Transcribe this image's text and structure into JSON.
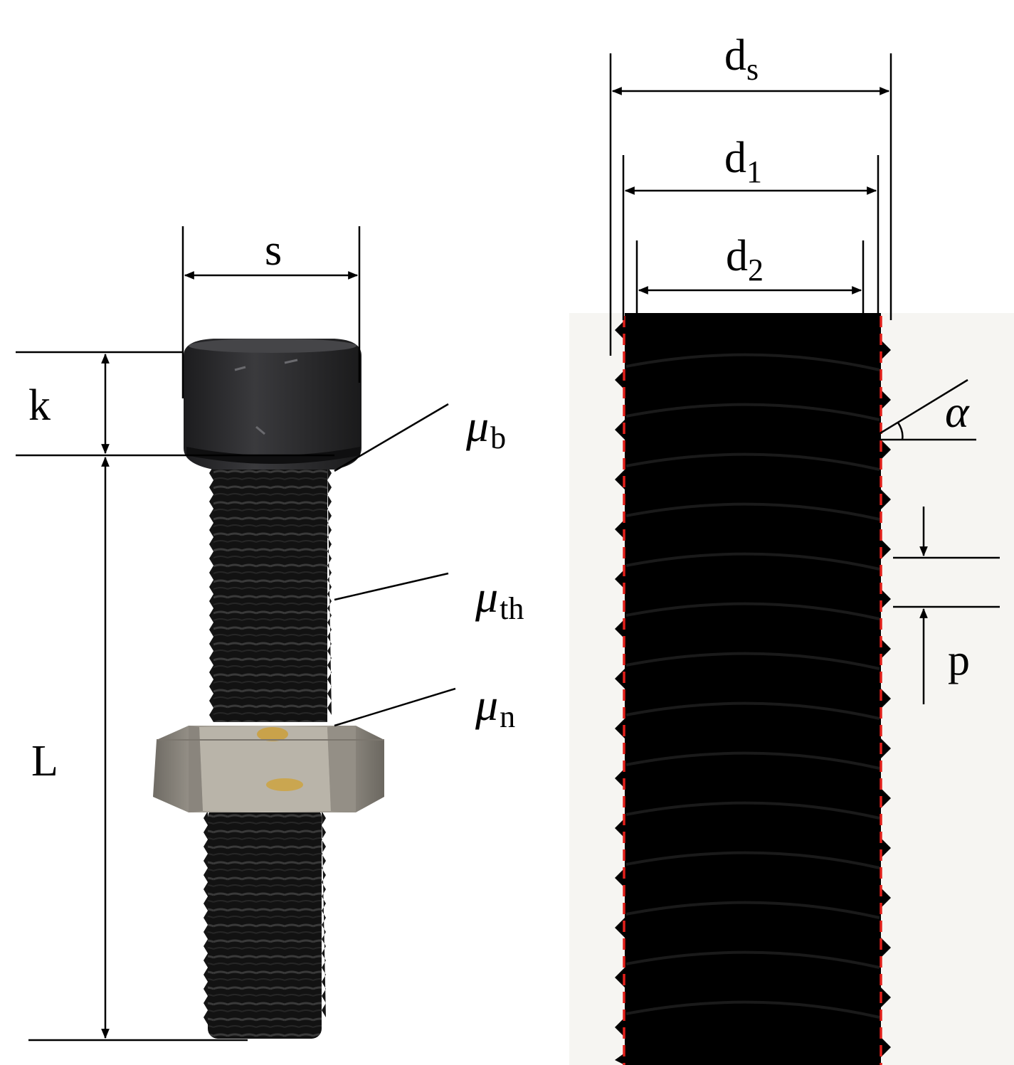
{
  "labels": {
    "s": "s",
    "k": "k",
    "L": "L",
    "mu_b": {
      "sym": "μ",
      "sub": "b"
    },
    "mu_th": {
      "sym": "μ",
      "sub": "th"
    },
    "mu_n": {
      "sym": "μ",
      "sub": "n"
    },
    "d_s": {
      "base": "d",
      "sub": "s"
    },
    "d_1": {
      "base": "d",
      "sub": "1"
    },
    "d_2": {
      "base": "d",
      "sub": "2"
    },
    "alpha": "α",
    "p": "p"
  },
  "colors": {
    "bolt": "#151515",
    "bolt_head": "#2a2a2c",
    "nut": "#8f8a82",
    "nut_face": "#b5b0a6",
    "thread_photo": "#000000",
    "photo_background": "#f6f5f2",
    "guide_line": "#e3201b",
    "dimension_line": "#000000"
  }
}
